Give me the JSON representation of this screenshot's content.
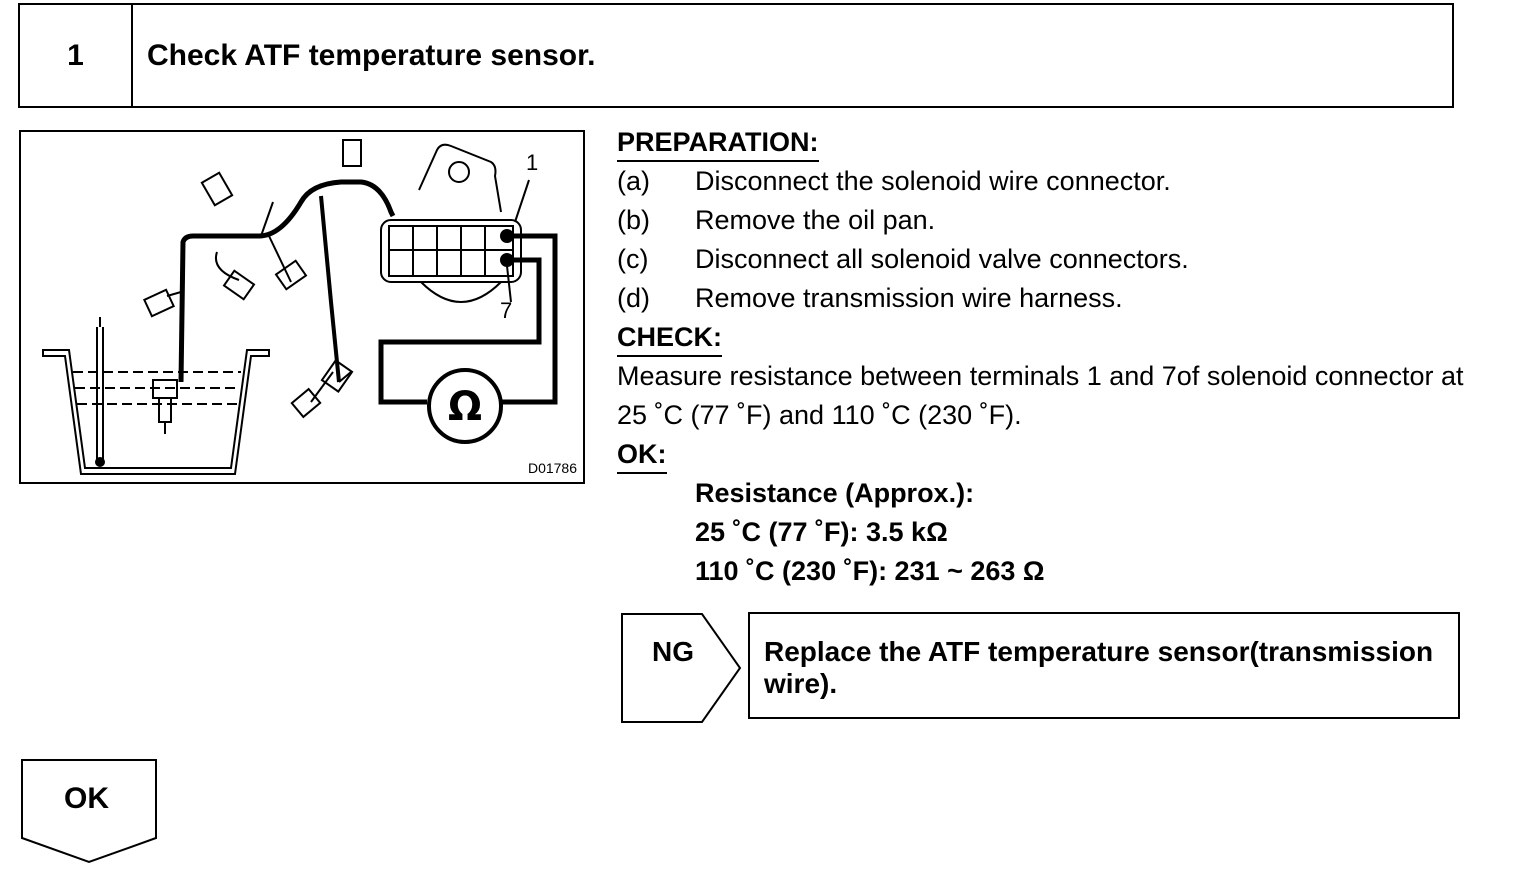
{
  "step": {
    "number": "1",
    "title": "Check ATF temperature sensor."
  },
  "diagram": {
    "figure_id": "D01786",
    "terminal_labels": [
      "1",
      "7"
    ],
    "meter_symbol": "Ω"
  },
  "preparation": {
    "heading": "PREPARATION:",
    "steps": [
      {
        "letter": "(a)",
        "text": "Disconnect the solenoid wire connector."
      },
      {
        "letter": "(b)",
        "text": "Remove the oil pan."
      },
      {
        "letter": "(c)",
        "text": "Disconnect all solenoid valve connectors."
      },
      {
        "letter": "(d)",
        "text": "Remove transmission wire harness."
      }
    ]
  },
  "check": {
    "heading": "CHECK:",
    "text": "Measure resistance between terminals 1 and 7of solenoid connector at 25 ˚C (77 ˚F) and 110 ˚C (230 ˚F)."
  },
  "ok_spec": {
    "heading": "OK:",
    "lines": [
      "Resistance (Approx.):",
      "25 ˚C (77 ˚F): 3.5 kΩ",
      "110 ˚C (230 ˚F): 231 ~ 263 Ω"
    ]
  },
  "ng_branch": {
    "label": "NG",
    "action": "Replace the ATF temperature sensor(transmission wire)."
  },
  "ok_branch": {
    "label": "OK"
  }
}
